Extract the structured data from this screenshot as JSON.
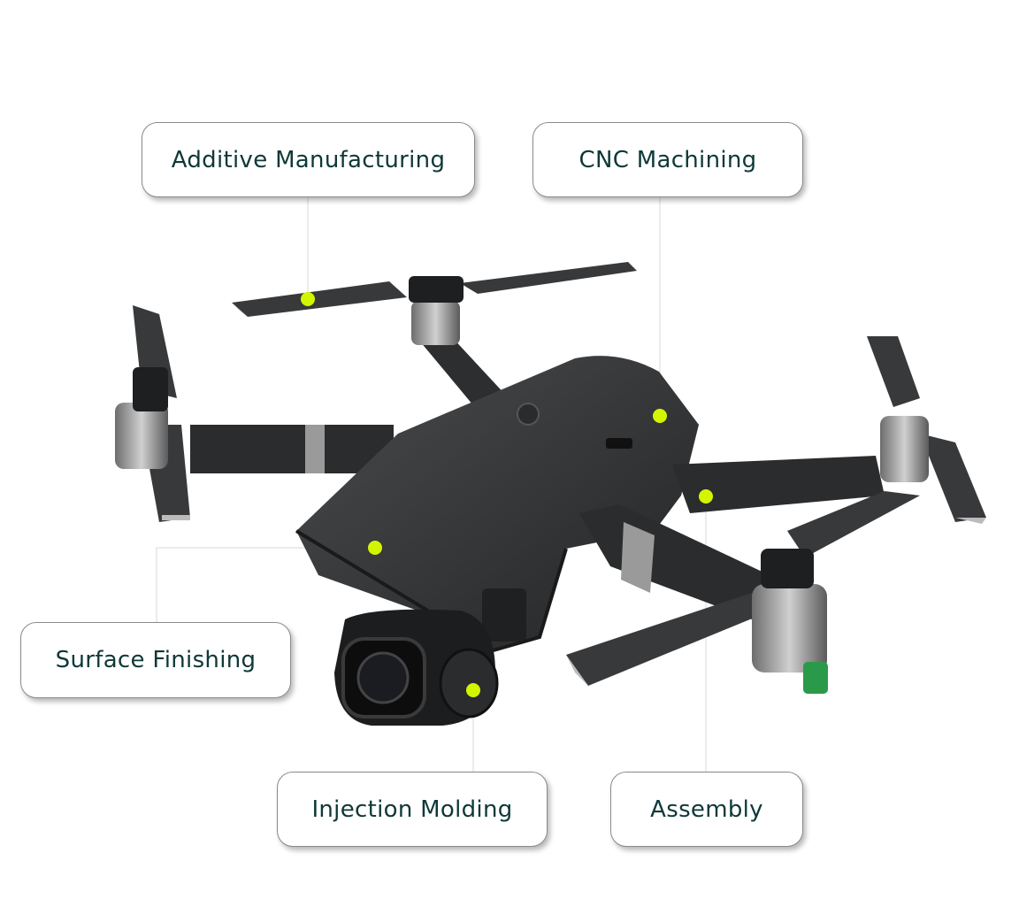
{
  "title": "Drone manufacturing processes",
  "colors": {
    "marker": "#d4f500",
    "label_text": "#0f3838",
    "leader_line": "#d8d8d8"
  },
  "labels": [
    {
      "id": "additive",
      "text": "Additive Manufacturing"
    },
    {
      "id": "cnc",
      "text": "CNC Machining"
    },
    {
      "id": "surface",
      "text": "Surface Finishing"
    },
    {
      "id": "injection",
      "text": "Injection Molding"
    },
    {
      "id": "assembly",
      "text": "Assembly"
    }
  ]
}
